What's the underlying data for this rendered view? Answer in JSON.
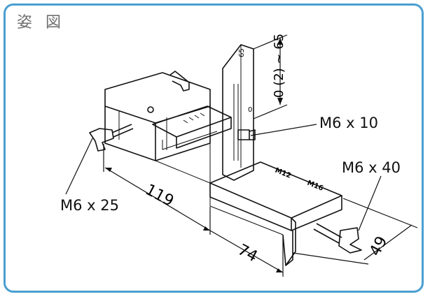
{
  "title": "姿 図",
  "callouts": {
    "bolt_short": "M6 x 10",
    "bolt_long": "M6 x 40",
    "bolt_side": "M6 x 25"
  },
  "dimensions": {
    "length_overall": "119",
    "length_base": "74",
    "width": "49",
    "height_range": "0 (2) ~ 65"
  },
  "scale_labels": {
    "top": "65",
    "bottom": "0",
    "slot_small": "M12",
    "slot_large": "M16"
  },
  "colors": {
    "frame": "#4a9fd0",
    "ink": "#111111",
    "title": "#707070"
  }
}
